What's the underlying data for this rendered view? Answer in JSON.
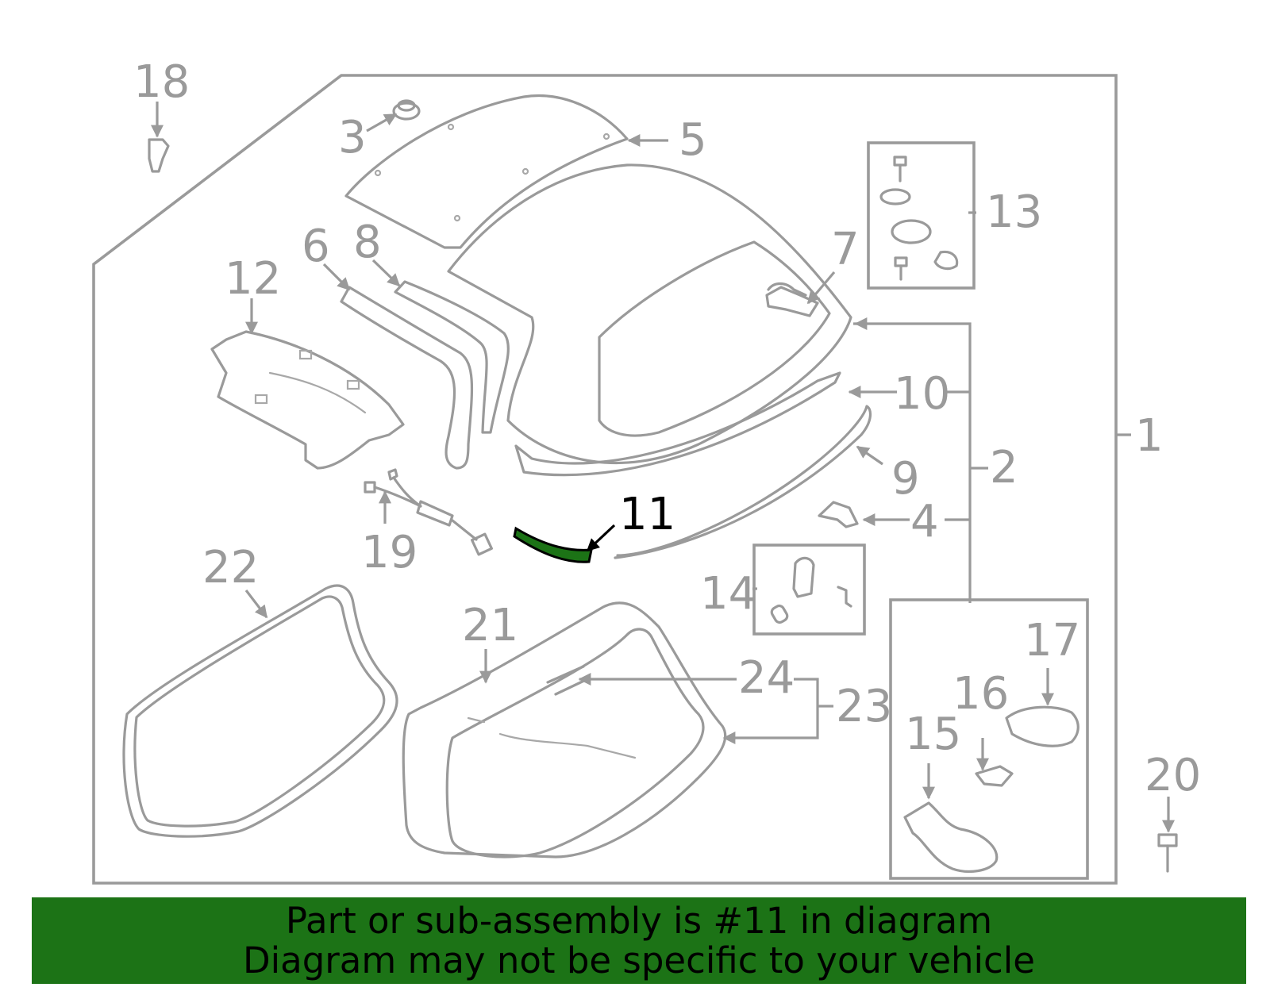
{
  "labels": {
    "l1": "1",
    "l2": "2",
    "l3": "3",
    "l4": "4",
    "l5": "5",
    "l6": "6",
    "l7": "7",
    "l8": "8",
    "l9": "9",
    "l10": "10",
    "l11": "11",
    "l12": "12",
    "l13": "13",
    "l14": "14",
    "l15": "15",
    "l16": "16",
    "l17": "17",
    "l18": "18",
    "l19": "19",
    "l20": "20",
    "l21": "21",
    "l22": "22",
    "l23": "23",
    "l24": "24"
  },
  "highlighted_part": "11",
  "colors": {
    "line": "#9a9a9a",
    "highlight_part": "#1c7316",
    "banner": "#1c7316",
    "panel": "#f7f7f7"
  },
  "banner": {
    "line1": "Part or sub-assembly is #11 in diagram",
    "line2": "Diagram may not be specific to your vehicle"
  }
}
